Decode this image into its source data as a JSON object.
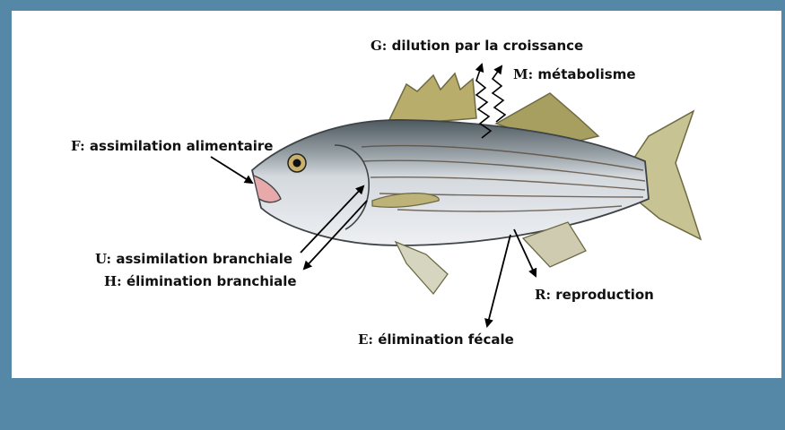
{
  "colors": {
    "background": "#5588a6",
    "panel": "#ffffff",
    "fish_body": "#d9dde2",
    "fish_back": "#5f6a72",
    "fins": "#b8ad6a",
    "arrows": "#000000"
  },
  "labels": {
    "G": {
      "code": "G:",
      "text": "dilution par la croissance"
    },
    "M": {
      "code": "M:",
      "text": "métabolisme"
    },
    "F": {
      "code": "F:",
      "text": "assimilation alimentaire"
    },
    "U": {
      "code": "U:",
      "text": "assimilation branchiale"
    },
    "H": {
      "code": "H:",
      "text": "élimination branchiale"
    },
    "R": {
      "code": "R:",
      "text": "reproduction"
    },
    "E": {
      "code": "E:",
      "text": "élimination fécale"
    }
  },
  "icons": [
    "fish-illustration",
    "wavy-arrow-icon",
    "straight-arrow-icon"
  ]
}
